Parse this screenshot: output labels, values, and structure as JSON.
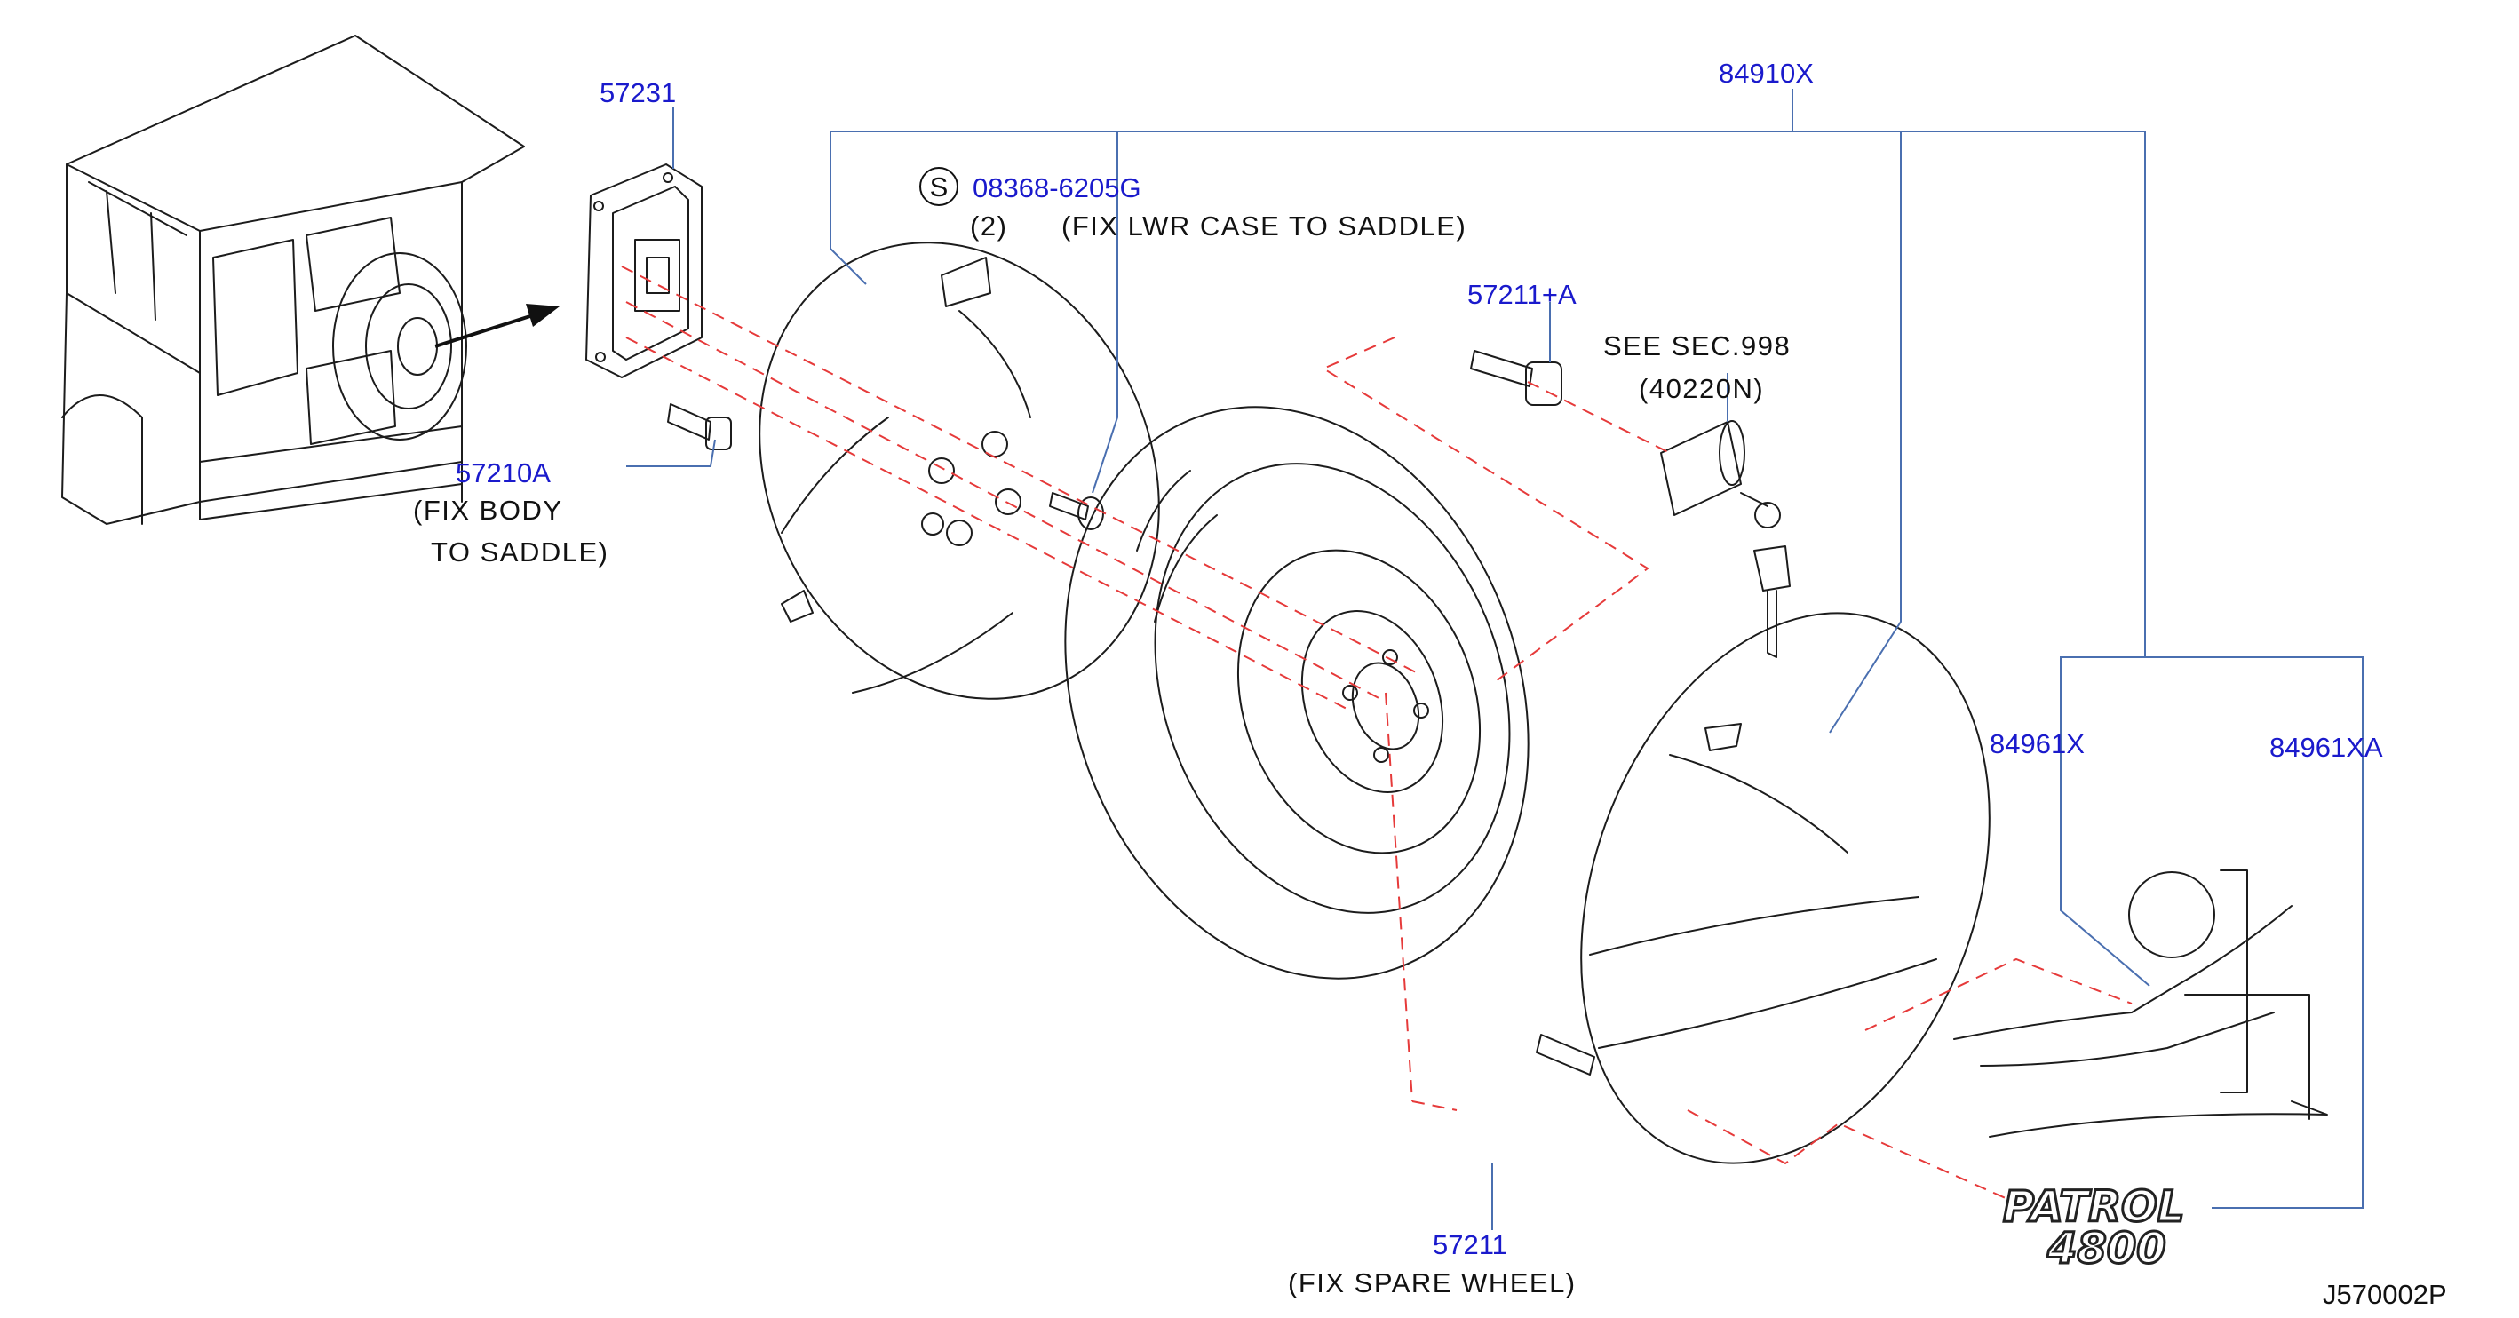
{
  "labels": {
    "p84910X": "84910X",
    "p57231": "57231",
    "s_symbol": "S",
    "p08368": "08368-6205G",
    "qty": "(2)",
    "fix_lwr": "(FIX  LWR  CASE  TO  SADDLE)",
    "p57211A": "57211+A",
    "see_sec": "SEE  SEC.998",
    "p40220N": "(40220N)",
    "p57210A": "57210A",
    "fix_body_1": "(FIX  BODY",
    "fix_body_2": "TO  SADDLE)",
    "p84961X": "84961X",
    "p84961XA": "84961XA",
    "p57211": "57211",
    "fix_spare": "(FIX  SPARE  WHEEL)",
    "figure_code": "J570002P"
  },
  "emblem": {
    "line1": "PATROL",
    "line2": "4800"
  },
  "colors": {
    "part_number": "#1a1acc",
    "leader_line": "#4a6fb0",
    "dashed_line": "#e63a3a",
    "drawing": "#1c1c1c"
  }
}
